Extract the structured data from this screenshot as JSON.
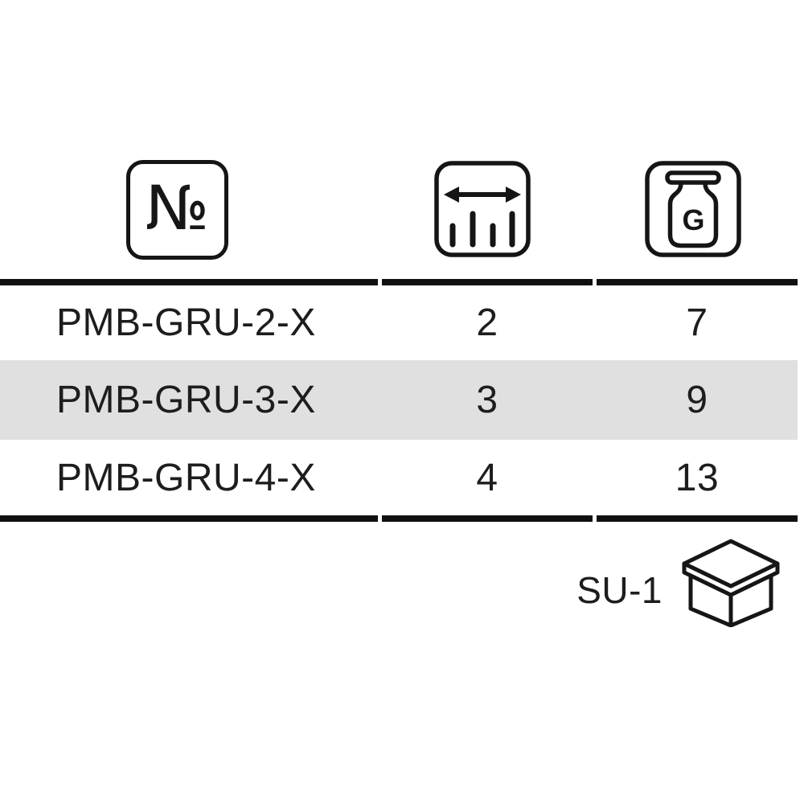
{
  "colors": {
    "background": "#ffffff",
    "text": "#1d1d1d",
    "rule": "#101010",
    "icon_stroke": "#151515",
    "highlight_row": "#e0e0e0"
  },
  "header": {
    "numero_symbol": "№",
    "weight_letter": "G",
    "column_icons": [
      "numero-icon",
      "width-arrows-ruler-icon",
      "weight-grams-icon"
    ]
  },
  "rows": [
    {
      "model": "PMB-GRU-2-X",
      "size": "2",
      "weight": "7",
      "highlighted": false
    },
    {
      "model": "PMB-GRU-3-X",
      "size": "3",
      "weight": "9",
      "highlighted": true
    },
    {
      "model": "PMB-GRU-4-X",
      "size": "4",
      "weight": "13",
      "highlighted": false
    }
  ],
  "footer": {
    "packaging_unit_label": "SU-1"
  },
  "chart_data": {
    "type": "table",
    "columns": [
      "№",
      "size",
      "weight (G)"
    ],
    "rows": [
      [
        "PMB-GRU-2-X",
        2,
        7
      ],
      [
        "PMB-GRU-3-X",
        3,
        9
      ],
      [
        "PMB-GRU-4-X",
        4,
        13
      ]
    ],
    "highlighted_row": "PMB-GRU-3-X",
    "footer_label": "SU-1"
  }
}
